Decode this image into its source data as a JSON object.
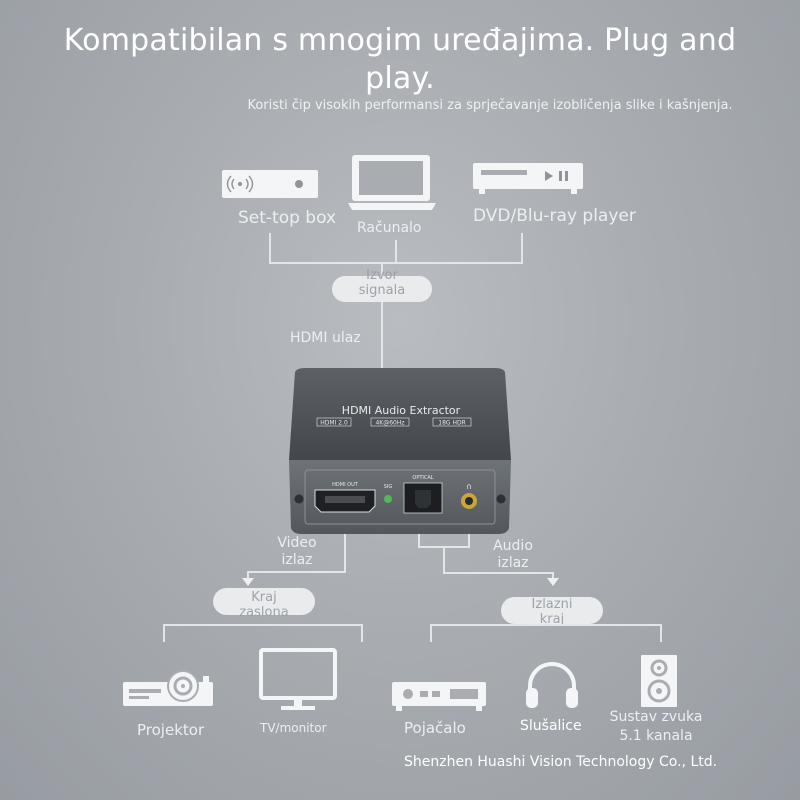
{
  "title": "Kompatibilan s mnogim uređajima. Plug and play.",
  "subtitle": "Koristi čip visokih performansi za sprječavanje izobličenja slike i kašnjenja.",
  "sources": [
    {
      "label": "Set-top box",
      "icon": "set-top-box-icon"
    },
    {
      "label": "Računalo",
      "icon": "laptop-icon"
    },
    {
      "label": "DVD/Blu-ray player",
      "icon": "dvd-player-icon"
    }
  ],
  "source_pill": "Izvor signala",
  "hdmi_input_label": "HDMI ulaz",
  "device": {
    "name": "HDMI Audio Extractor",
    "badges": [
      "HDMI 2.0",
      "4K@60Hz",
      "18G HDR"
    ],
    "ports": {
      "hdmi_out": "HDMI OUT",
      "sig": "SIG",
      "optical": "OPTICAL"
    }
  },
  "video_output_label": "Video izlaz",
  "audio_output_label": "Audio izlaz",
  "display_pill": "Kraj zaslona",
  "output_pill": "Izlazni kraj",
  "video_targets": [
    {
      "label": "Projektor",
      "icon": "projector-icon"
    },
    {
      "label": "TV/monitor",
      "icon": "monitor-icon"
    }
  ],
  "audio_targets": [
    {
      "label": "Pojačalo",
      "icon": "amplifier-icon"
    },
    {
      "label": "Slušalice",
      "icon": "headphones-icon"
    },
    {
      "label": "Sustav zvuka 5.1 kanala",
      "icon": "speaker-icon"
    }
  ],
  "company": "Shenzhen Huashi Vision Technology Co., Ltd."
}
